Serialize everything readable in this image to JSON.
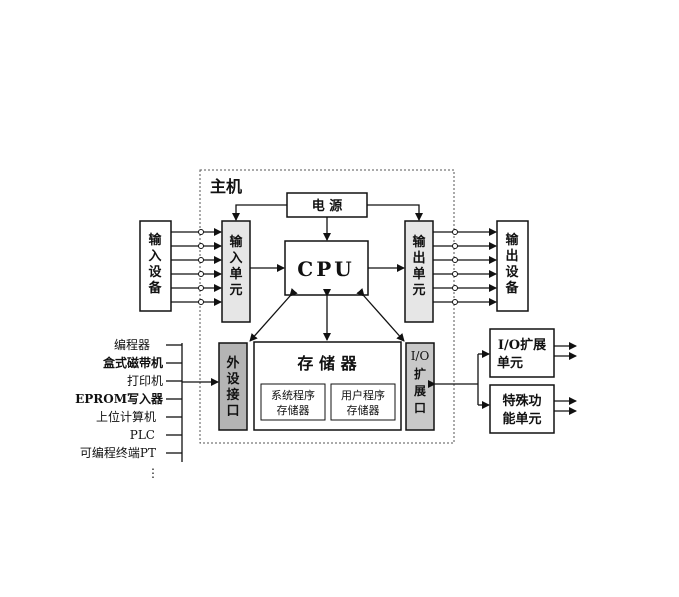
{
  "main_host": {
    "title": "主机"
  },
  "power": {
    "label": "电 源"
  },
  "cpu": {
    "label": "CPU"
  },
  "input_device": {
    "lines": [
      "输",
      "入",
      "设",
      "备"
    ]
  },
  "input_unit": {
    "lines": [
      "输",
      "入",
      "单",
      "元"
    ]
  },
  "output_unit": {
    "lines": [
      "输",
      "出",
      "单",
      "元"
    ]
  },
  "output_device": {
    "lines": [
      "输",
      "出",
      "设",
      "备"
    ]
  },
  "peripheral_port": {
    "lines": [
      "外",
      "设",
      "接",
      "口"
    ]
  },
  "memory": {
    "title": "存 储 器",
    "system_program": [
      "系统程序",
      "存储器"
    ],
    "user_program": [
      "用户程序",
      "存储器"
    ]
  },
  "io_expansion_port": {
    "lines": [
      "I/O",
      "扩",
      "展",
      "口"
    ]
  },
  "io_expansion_unit": {
    "lines": [
      "I/O扩展",
      "单元"
    ]
  },
  "special_function_unit": {
    "lines": [
      "特殊功",
      "能单元"
    ]
  },
  "peripherals": [
    {
      "label": "编程器"
    },
    {
      "label": "盒式磁带机"
    },
    {
      "label": "打印机"
    },
    {
      "label": "EPROM写入器"
    },
    {
      "label": "上位计算机"
    },
    {
      "label": "PLC"
    },
    {
      "label": "可编程终端PT"
    },
    {
      "label": "⋮"
    }
  ],
  "colors": {
    "line": "#111111",
    "gray_block": "#c8c8c8",
    "dark_gray_block": "#a8a8a8",
    "dotted_border": "#555555"
  }
}
